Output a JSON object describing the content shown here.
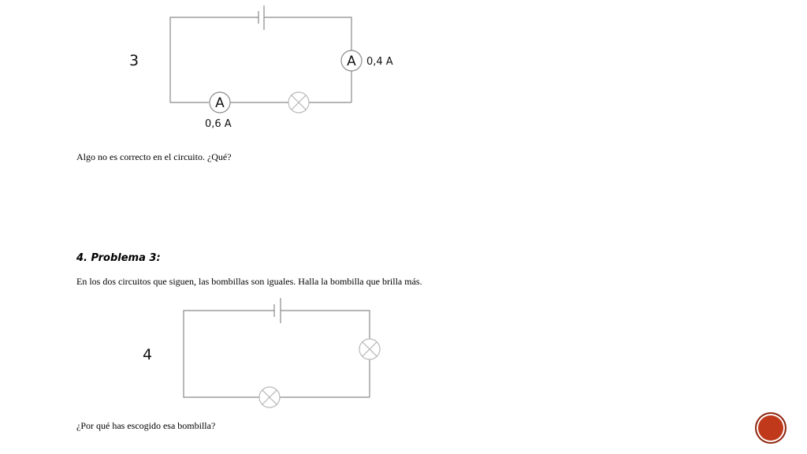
{
  "circuit3": {
    "number": "3",
    "ammeter_symbol": "A",
    "ammeter_right_reading": "0,4 A",
    "ammeter_bottom_reading": "0,6 A"
  },
  "question3": "Algo no es correcto en el circuito. ¿Qué?",
  "problem4": {
    "heading": "4. Problema 3:",
    "statement": "En los dos circuitos que siguen, las bombillas son iguales. Halla la bombilla que brilla más."
  },
  "circuit4": {
    "number": "4"
  },
  "question4": "¿Por qué has escogido esa bombilla?",
  "nav_button": {
    "icon": "next-slide-icon",
    "color": "#c0391b"
  }
}
